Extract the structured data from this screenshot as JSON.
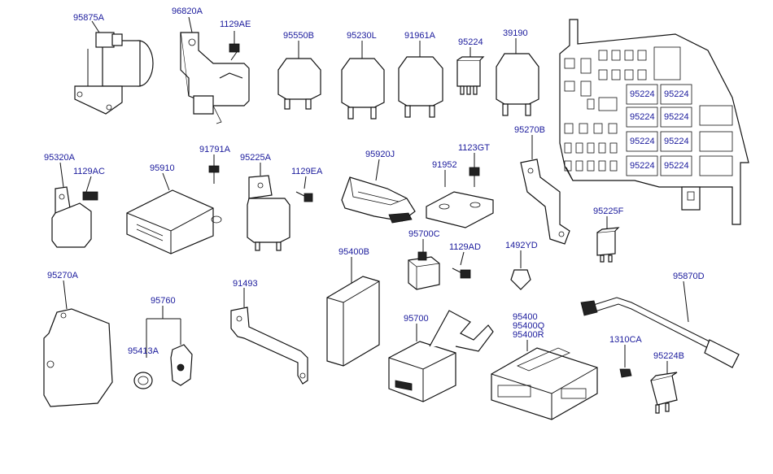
{
  "labels": {
    "p95875A": "95875A",
    "p96820A": "96820A",
    "p1129AE": "1129AE",
    "p95550B": "95550B",
    "p95230L": "95230L",
    "p91961A": "91961A",
    "p95224": "95224",
    "p39190": "39190",
    "p95320A": "95320A",
    "p1129AC": "1129AC",
    "p95910": "95910",
    "p91791A": "91791A",
    "p95225A": "95225A",
    "p1129EA": "1129EA",
    "p95920J": "95920J",
    "p1123GT": "1123GT",
    "p91952": "91952",
    "p95270B": "95270B",
    "p95700C": "95700C",
    "p1129AD": "1129AD",
    "p1492YD": "1492YD",
    "p95225F": "95225F",
    "p95400B": "95400B",
    "p95270A": "95270A",
    "p95760": "95760",
    "p91493": "91493",
    "p95700": "95700",
    "p95400": "95400",
    "p95400Q": "95400Q",
    "p95400R": "95400R",
    "p95870D": "95870D",
    "p95413A": "95413A",
    "p1310CA": "1310CA",
    "p95224B": "95224B"
  },
  "fuse_box": {
    "cells": [
      "95224",
      "95224",
      "95224",
      "95224",
      "95224",
      "95224",
      "95224",
      "95224"
    ]
  }
}
